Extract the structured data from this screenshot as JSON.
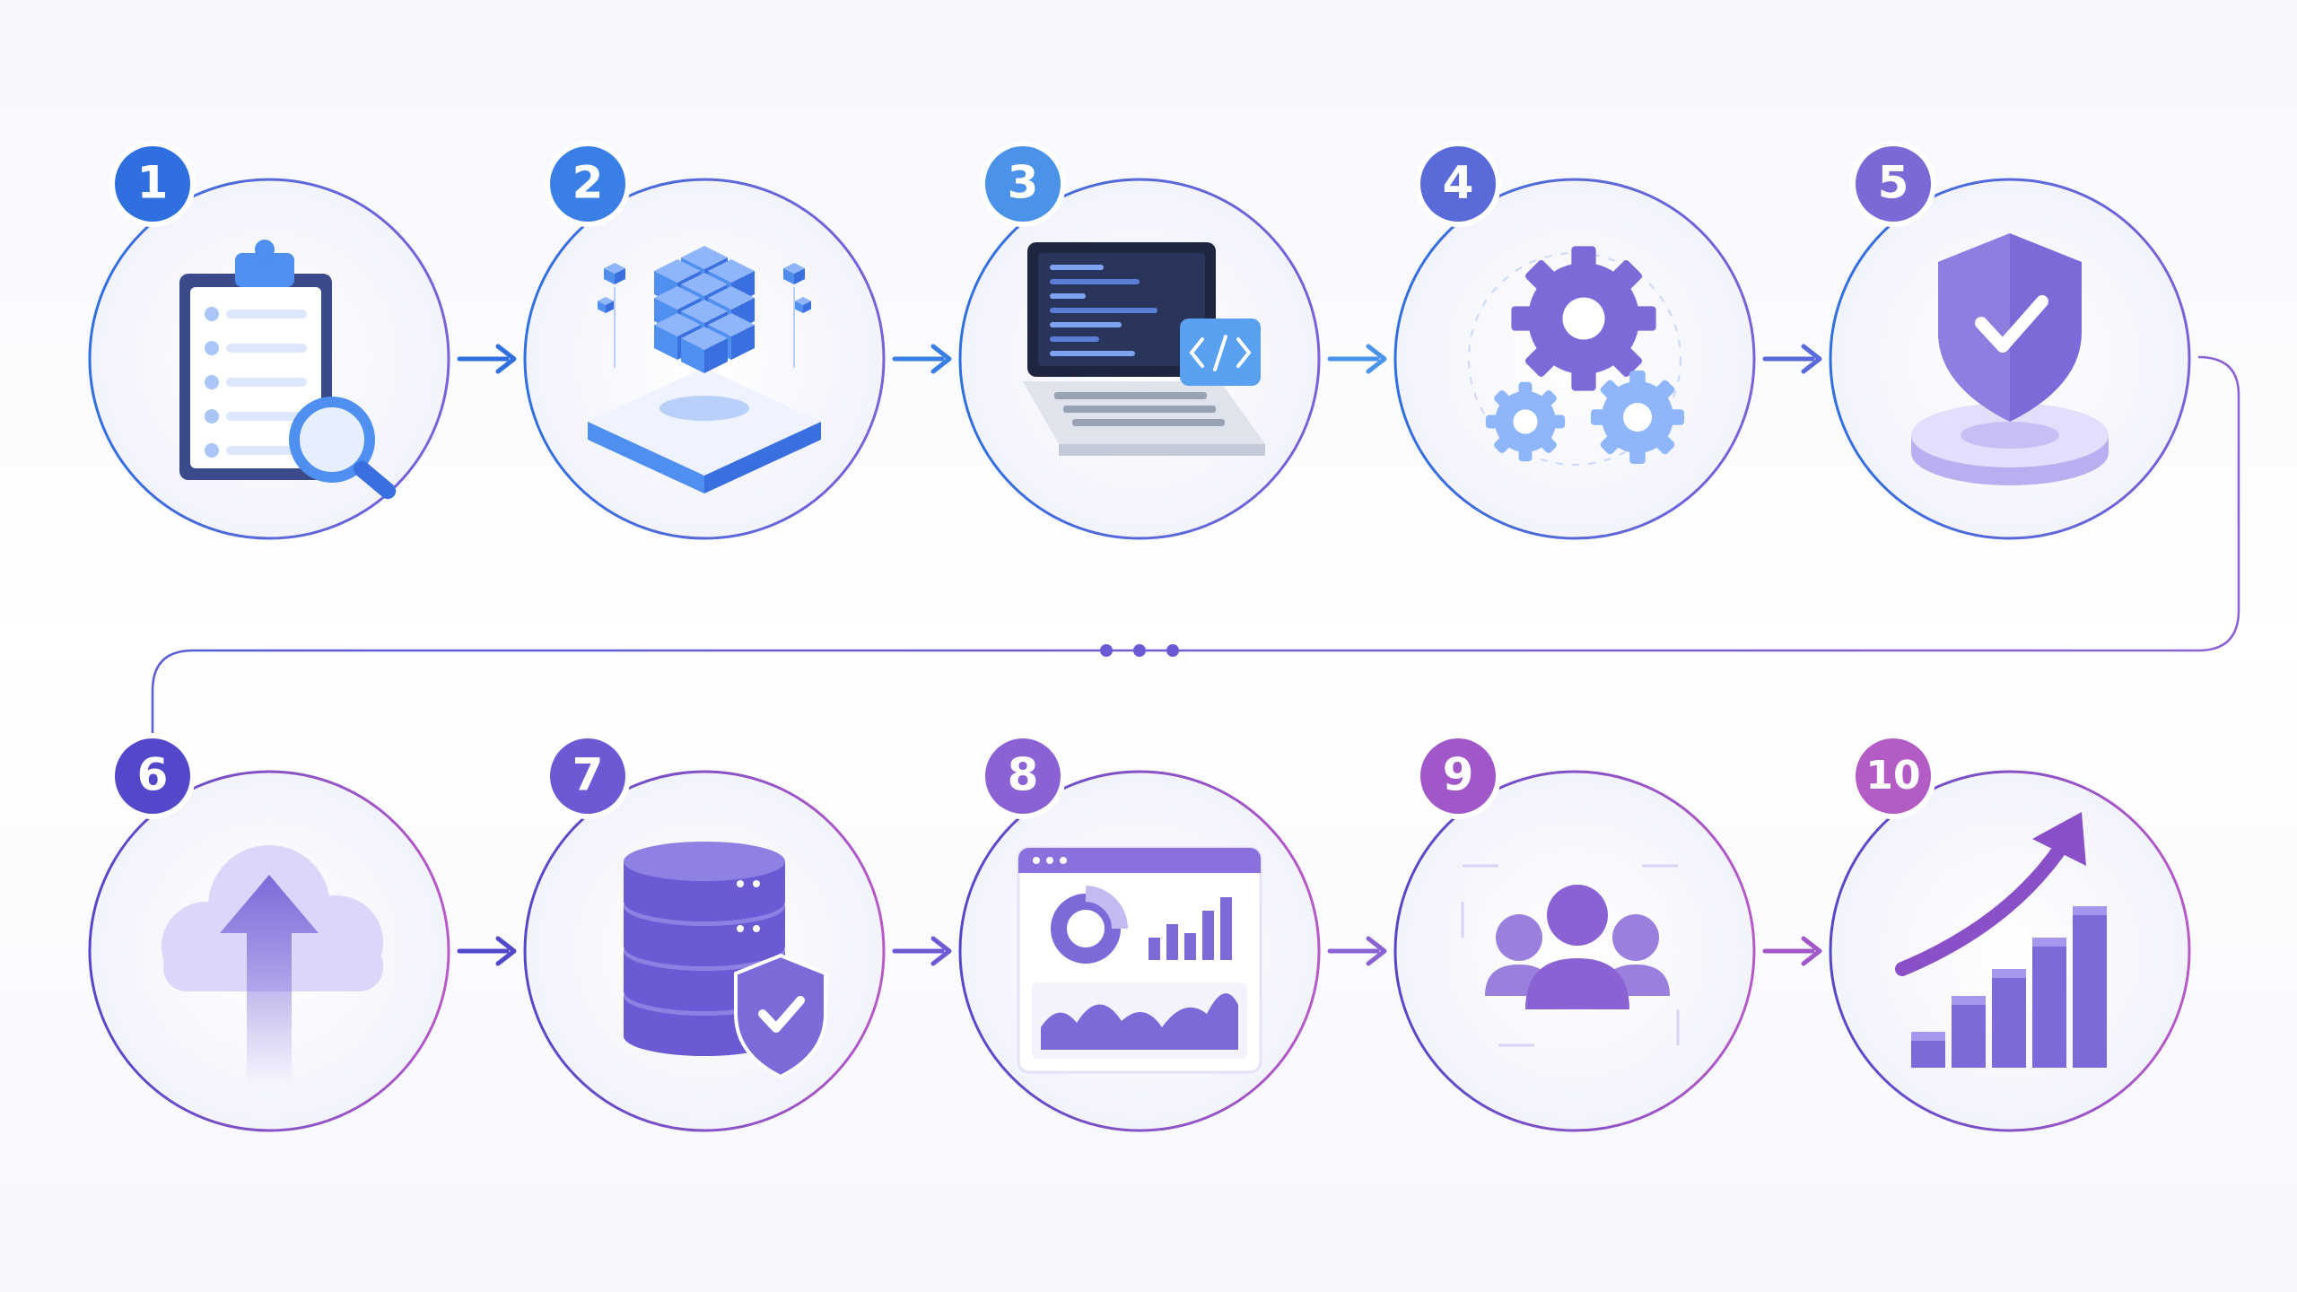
{
  "steps": [
    {
      "number": "1",
      "icon": "clipboard-magnifier-icon",
      "color": "#2f6fe0"
    },
    {
      "number": "2",
      "icon": "cubes-platform-icon",
      "color": "#3a7fe6"
    },
    {
      "number": "3",
      "icon": "laptop-code-icon",
      "color": "#4a93e8"
    },
    {
      "number": "4",
      "icon": "gears-icon",
      "color": "#5a6ad8"
    },
    {
      "number": "5",
      "icon": "shield-check-icon",
      "color": "#7a6ad6"
    },
    {
      "number": "6",
      "icon": "cloud-upload-icon",
      "color": "#5348c9"
    },
    {
      "number": "7",
      "icon": "database-shield-icon",
      "color": "#6b5ad4"
    },
    {
      "number": "8",
      "icon": "dashboard-analytics-icon",
      "color": "#8a62d4"
    },
    {
      "number": "9",
      "icon": "team-users-icon",
      "color": "#a058c8"
    },
    {
      "number": "10",
      "icon": "growth-chart-icon",
      "color": "#b45cc6"
    }
  ],
  "colors": {
    "blue": "#2f6fe0",
    "purple": "#7b61d8",
    "magenta": "#b65ac6",
    "icon_blue": "#4f8ff0",
    "icon_purple": "#7b6ad8",
    "icon_light": "#c9d8fb"
  }
}
